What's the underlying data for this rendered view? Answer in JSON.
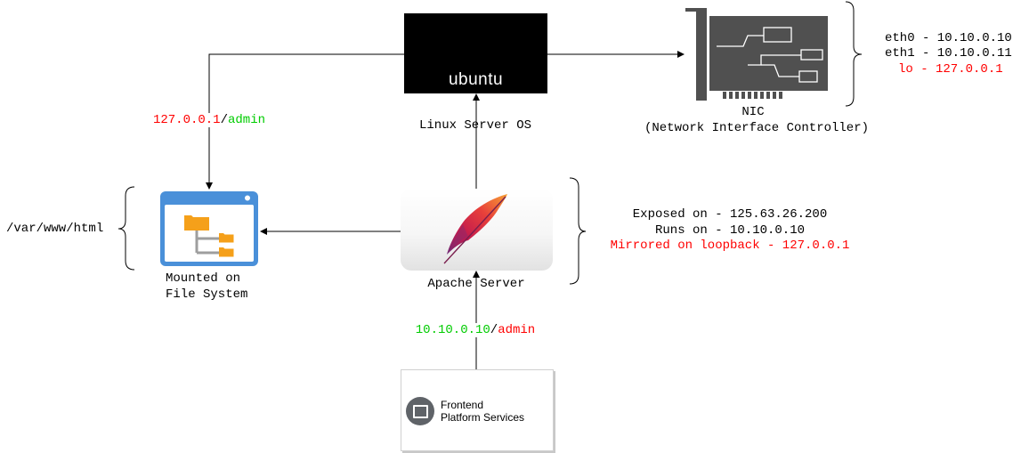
{
  "nodes": {
    "ubuntu": {
      "logo_text": "ubuntu",
      "caption": "Linux Server OS"
    },
    "nic": {
      "caption_line1": "NIC",
      "caption_line2": "(Network Interface Controller)"
    },
    "apache": {
      "caption": "Apache Server"
    },
    "filesystem": {
      "caption_line1": "Mounted on",
      "caption_line2": "File System"
    },
    "frontend": {
      "line1": "Frontend",
      "line2": "Platform Services"
    }
  },
  "interfaces": {
    "eth0": "eth0 - 10.10.0.10",
    "eth1": "eth1 - 10.10.0.11",
    "lo": "lo - 127.0.0.1"
  },
  "apache_info": {
    "exposed": "Exposed on - 125.63.26.200",
    "runs": "Runs on - 10.10.0.10",
    "mirrored": "Mirrored on loopback - 127.0.0.1"
  },
  "path_label": "/var/www/html",
  "edge_labels": {
    "loopback": {
      "host": "127.0.0.1",
      "sep": "/",
      "path": "admin"
    },
    "frontend": {
      "host": "10.10.0.10",
      "sep": "/",
      "path": "admin"
    }
  },
  "colors": {
    "ubuntu_orange": "#e95420",
    "nic_gray": "#505050",
    "folder_blue": "#4a90d9",
    "folder_orange": "#f5a01a",
    "label_red": "#ff0000",
    "label_green": "#00cc00"
  }
}
